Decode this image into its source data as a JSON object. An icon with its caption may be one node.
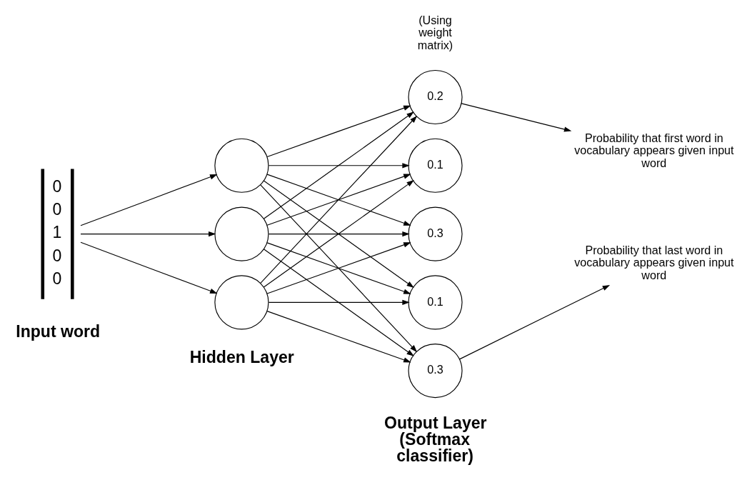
{
  "diagram": {
    "nodes": [
      {
        "text": [
          "0",
          "0",
          "1",
          "0",
          "0"
        ]
      },
      {
        "text": [],
        "shape": "circle"
      },
      {
        "text": [],
        "shape": "circle"
      },
      {
        "text": [],
        "shape": "circle"
      },
      {
        "text": [
          "0.2"
        ]
      },
      {
        "text": [
          "0.1"
        ]
      },
      {
        "text": [
          "0.3"
        ]
      },
      {
        "text": [
          "0.1"
        ]
      },
      {
        "text": [
          "0.3"
        ]
      },
      {
        "text": [
          "Probability that first word in vocabulary appears given input word"
        ]
      },
      {
        "text": [
          "Probability that last word in vocabulary appears given input word"
        ]
      }
    ],
    "edges": [
      {
        "from": 0,
        "to": 1,
        "arrow": "to"
      },
      {
        "from": 0,
        "to": 2,
        "arrow": "to"
      },
      {
        "from": 0,
        "to": 3,
        "arrow": "to"
      },
      {
        "from": 1,
        "to": 4,
        "arrow": "to"
      },
      {
        "from": 1,
        "to": 5,
        "arrow": "to"
      },
      {
        "from": 1,
        "to": 6,
        "arrow": "to"
      },
      {
        "from": 1,
        "to": 7,
        "arrow": "to"
      },
      {
        "from": 1,
        "to": 8,
        "arrow": "to"
      },
      {
        "from": 2,
        "to": 4,
        "arrow": "to"
      },
      {
        "from": 2,
        "to": 5,
        "arrow": "to"
      },
      {
        "from": 2,
        "to": 6,
        "arrow": "to"
      },
      {
        "from": 2,
        "to": 7,
        "arrow": "to"
      },
      {
        "from": 2,
        "to": 8,
        "arrow": "to"
      },
      {
        "from": 3,
        "to": 4,
        "arrow": "to"
      },
      {
        "from": 3,
        "to": 5,
        "arrow": "to"
      },
      {
        "from": 3,
        "to": 6,
        "arrow": "to"
      },
      {
        "from": 3,
        "to": 7,
        "arrow": "to"
      },
      {
        "from": 3,
        "to": 8,
        "arrow": "to"
      },
      {
        "from": 4,
        "to": 9,
        "arrow": "to"
      },
      {
        "from": 8,
        "to": 10,
        "arrow": "to"
      }
    ],
    "labels": [
      "(Using weight matrix)",
      "Input word",
      "Hidden Layer",
      "Output Layer (Softmax classifier)"
    ]
  }
}
